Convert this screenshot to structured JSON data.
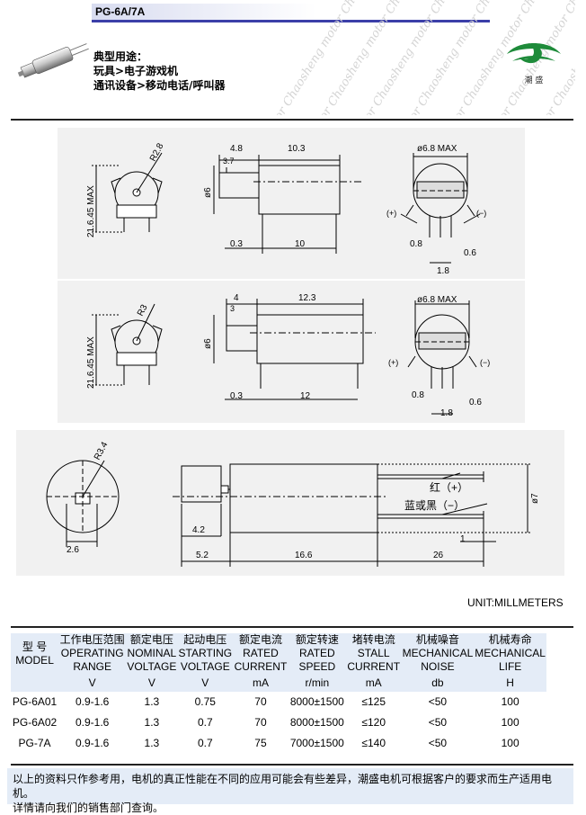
{
  "header": {
    "model": "PG-6A/7A",
    "watermark": "Chaosheng motor Chaosheng motor Chaosheng motor"
  },
  "usage": {
    "title": "典型用途：",
    "line1": "玩具>电子游戏机",
    "line2": "通讯设备>移动电话/呼叫器"
  },
  "logo": {
    "caption": "潮 盛",
    "color": "#1e8b3a"
  },
  "drawing": {
    "row1": {
      "radius": "R2.8",
      "height": "21.6.45 MAX",
      "d_top1": "4.8",
      "d_top2": "10.3",
      "d_sub": "3.7",
      "dia": "ø6",
      "d_b1": "0.3",
      "d_b2": "10",
      "front_dia": "ø6.8 MAX",
      "plus": "(+)",
      "minus": "(−)",
      "p1": "0.8",
      "p2": "0.6",
      "p3": "1.8"
    },
    "row2": {
      "radius": "R3",
      "height": "21.6.45 MAX",
      "d_top1": "4",
      "d_top2": "12.3",
      "d_sub": "3",
      "dia": "ø6",
      "d_b1": "0.3",
      "d_b2": "12",
      "front_dia": "ø6.8 MAX",
      "plus": "(+)",
      "minus": "(−)",
      "p1": "0.8",
      "p2": "0.6",
      "p3": "1.8"
    },
    "row3": {
      "radius": "R3.4",
      "d_left": "2.6",
      "d_a": "4.2",
      "d_b": "5.2",
      "d_c": "16.6",
      "d_d": "26",
      "d_e": "1",
      "dia": "ø7",
      "red": "红（+）",
      "blue": "蓝或黑（−）"
    }
  },
  "unit": "UNIT:MILLMETERS",
  "table": {
    "headers": [
      {
        "cn": "型 号",
        "en1": "MODEL",
        "en2": ""
      },
      {
        "cn": "工作电压范围",
        "en1": "OPERATING",
        "en2": "RANGE"
      },
      {
        "cn": "额定电压",
        "en1": "NOMINAL",
        "en2": "VOLTAGE"
      },
      {
        "cn": "起动电压",
        "en1": "STARTING",
        "en2": "VOLTAGE"
      },
      {
        "cn": "额定电流",
        "en1": "RATED",
        "en2": "CURRENT"
      },
      {
        "cn": "额定转速",
        "en1": "RATED",
        "en2": "SPEED"
      },
      {
        "cn": "堵转电流",
        "en1": "STALL",
        "en2": "CURRENT"
      },
      {
        "cn": "机械噪音",
        "en1": "MECHANICAL",
        "en2": "NOISE"
      },
      {
        "cn": "机械寿命",
        "en1": "MECHANICAL",
        "en2": "LIFE"
      }
    ],
    "units": [
      "",
      "V",
      "V",
      "V",
      "mA",
      "r/min",
      "mA",
      "db",
      "H"
    ],
    "rows": [
      [
        "PG-6A01",
        "0.9-1.6",
        "1.3",
        "0.75",
        "70",
        "8000±1500",
        "≤125",
        "<50",
        "100"
      ],
      [
        "PG-6A02",
        "0.9-1.6",
        "1.3",
        "0.7",
        "70",
        "8000±1500",
        "≤120",
        "<50",
        "100"
      ],
      [
        "PG-7A",
        "0.9-1.6",
        "1.3",
        "0.7",
        "75",
        "7000±1500",
        "≤140",
        "<50",
        "100"
      ]
    ]
  },
  "note": {
    "line1": "以上的资料只作参考用，电机的真正性能在不同的应用可能会有些差异，潮盛电机可根据客户的要求而生产适用电机。",
    "line2": "详情请向我们的销售部门查询。"
  }
}
